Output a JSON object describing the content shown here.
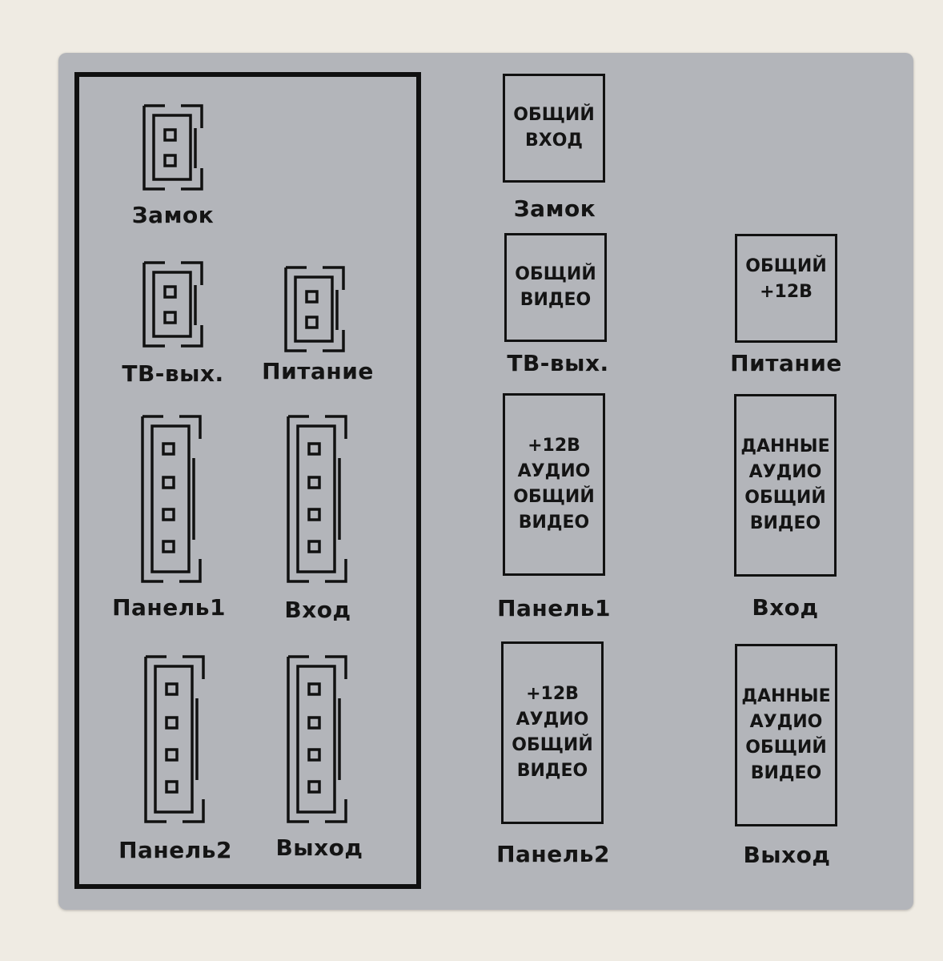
{
  "left_labels": {
    "lock": "Замок",
    "tv_out": "ТВ-вых.",
    "power": "Питание",
    "panel1": "Панель1",
    "input": "Вход",
    "panel2": "Панель2",
    "output": "Выход"
  },
  "right": {
    "lock": {
      "lines": [
        "ОБЩИЙ",
        "ВХОД"
      ],
      "label": "Замок"
    },
    "tv_out": {
      "lines": [
        "ОБЩИЙ",
        "ВИДЕО"
      ],
      "label": "ТВ-вых."
    },
    "power": {
      "lines": [
        "ОБЩИЙ",
        "+12В"
      ],
      "label": "Питание"
    },
    "panel1": {
      "lines": [
        "+12В",
        "АУДИО",
        "ОБЩИЙ",
        "ВИДЕО"
      ],
      "label": "Панель1"
    },
    "input": {
      "lines": [
        "ДАННЫЕ",
        "АУДИО",
        "ОБЩИЙ",
        "ВИДЕО"
      ],
      "label": "Вход"
    },
    "panel2": {
      "lines": [
        "+12В",
        "АУДИО",
        "ОБЩИЙ",
        "ВИДЕО"
      ],
      "label": "Панель2"
    },
    "output": {
      "lines": [
        "ДАННЫЕ",
        "АУДИО",
        "ОБЩИЙ",
        "ВИДЕО"
      ],
      "label": "Выход"
    }
  }
}
